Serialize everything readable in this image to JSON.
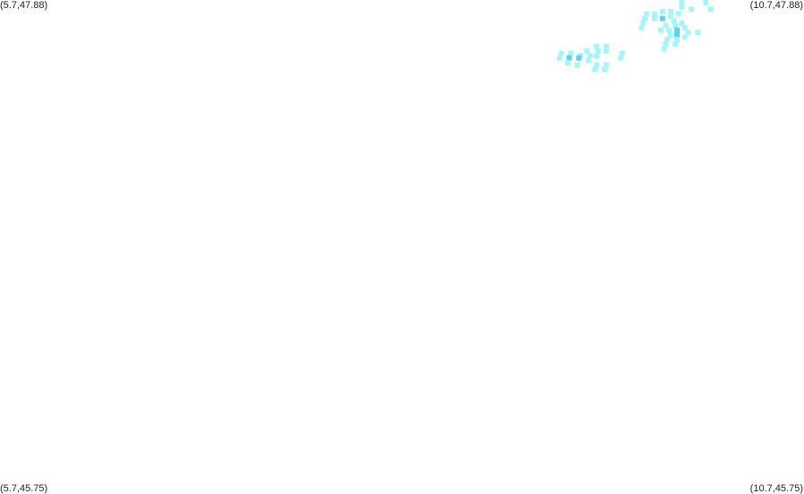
{
  "map": {
    "corner_labels": {
      "top_left": "(5.7,47.88)",
      "top_right": "(10.7,47.88)",
      "bottom_left": "(5.7,45.75)",
      "bottom_right": "(10.7,45.75)"
    },
    "bounds": {
      "lon_min": 5.7,
      "lon_max": 10.7,
      "lat_min": 45.75,
      "lat_max": 47.88
    },
    "colors": {
      "background": "#ffffff",
      "light": "#a8f4fb",
      "medium": "#5fd3ee"
    },
    "points": [
      {
        "lon": 9.94,
        "lat": 47.88,
        "level": "light"
      },
      {
        "lon": 10.09,
        "lat": 47.87,
        "level": "light"
      },
      {
        "lon": 9.94,
        "lat": 47.85,
        "level": "light"
      },
      {
        "lon": 10.0,
        "lat": 47.84,
        "level": "light"
      },
      {
        "lon": 10.12,
        "lat": 47.84,
        "level": "light"
      },
      {
        "lon": 9.82,
        "lat": 47.83,
        "level": "light"
      },
      {
        "lon": 9.87,
        "lat": 47.83,
        "level": "light"
      },
      {
        "lon": 9.92,
        "lat": 47.82,
        "level": "light"
      },
      {
        "lon": 9.72,
        "lat": 47.82,
        "level": "light"
      },
      {
        "lon": 9.77,
        "lat": 47.82,
        "level": "light"
      },
      {
        "lon": 9.87,
        "lat": 47.81,
        "level": "light"
      },
      {
        "lon": 9.71,
        "lat": 47.8,
        "level": "light"
      },
      {
        "lon": 9.77,
        "lat": 47.8,
        "level": "light"
      },
      {
        "lon": 9.82,
        "lat": 47.8,
        "level": "medium"
      },
      {
        "lon": 9.89,
        "lat": 47.79,
        "level": "light"
      },
      {
        "lon": 9.94,
        "lat": 47.78,
        "level": "light"
      },
      {
        "lon": 9.7,
        "lat": 47.78,
        "level": "light"
      },
      {
        "lon": 9.84,
        "lat": 47.77,
        "level": "light"
      },
      {
        "lon": 9.9,
        "lat": 47.77,
        "level": "light"
      },
      {
        "lon": 9.96,
        "lat": 47.76,
        "level": "light"
      },
      {
        "lon": 9.69,
        "lat": 47.76,
        "level": "light"
      },
      {
        "lon": 9.81,
        "lat": 47.75,
        "level": "light"
      },
      {
        "lon": 9.86,
        "lat": 47.75,
        "level": "light"
      },
      {
        "lon": 9.91,
        "lat": 47.75,
        "level": "medium"
      },
      {
        "lon": 9.98,
        "lat": 47.74,
        "level": "light"
      },
      {
        "lon": 10.04,
        "lat": 47.74,
        "level": "light"
      },
      {
        "lon": 9.87,
        "lat": 47.73,
        "level": "light"
      },
      {
        "lon": 9.91,
        "lat": 47.73,
        "level": "medium"
      },
      {
        "lon": 9.96,
        "lat": 47.72,
        "level": "light"
      },
      {
        "lon": 9.85,
        "lat": 47.71,
        "level": "light"
      },
      {
        "lon": 9.91,
        "lat": 47.71,
        "level": "light"
      },
      {
        "lon": 9.84,
        "lat": 47.69,
        "level": "light"
      },
      {
        "lon": 9.9,
        "lat": 47.69,
        "level": "light"
      },
      {
        "lon": 9.83,
        "lat": 47.67,
        "level": "light"
      },
      {
        "lon": 9.41,
        "lat": 47.68,
        "level": "light"
      },
      {
        "lon": 9.47,
        "lat": 47.68,
        "level": "light"
      },
      {
        "lon": 9.35,
        "lat": 47.66,
        "level": "light"
      },
      {
        "lon": 9.42,
        "lat": 47.66,
        "level": "light"
      },
      {
        "lon": 9.47,
        "lat": 47.66,
        "level": "light"
      },
      {
        "lon": 9.19,
        "lat": 47.65,
        "level": "light"
      },
      {
        "lon": 9.25,
        "lat": 47.65,
        "level": "light"
      },
      {
        "lon": 9.57,
        "lat": 47.65,
        "level": "light"
      },
      {
        "lon": 9.31,
        "lat": 47.64,
        "level": "light"
      },
      {
        "lon": 9.37,
        "lat": 47.64,
        "level": "light"
      },
      {
        "lon": 9.41,
        "lat": 47.64,
        "level": "light"
      },
      {
        "lon": 9.18,
        "lat": 47.63,
        "level": "light"
      },
      {
        "lon": 9.56,
        "lat": 47.63,
        "level": "light"
      },
      {
        "lon": 9.24,
        "lat": 47.63,
        "level": "medium"
      },
      {
        "lon": 9.3,
        "lat": 47.63,
        "level": "medium"
      },
      {
        "lon": 9.36,
        "lat": 47.62,
        "level": "light"
      },
      {
        "lon": 9.23,
        "lat": 47.61,
        "level": "light"
      },
      {
        "lon": 9.29,
        "lat": 47.6,
        "level": "light"
      },
      {
        "lon": 9.41,
        "lat": 47.6,
        "level": "light"
      },
      {
        "lon": 9.47,
        "lat": 47.6,
        "level": "light"
      },
      {
        "lon": 9.4,
        "lat": 47.58,
        "level": "light"
      },
      {
        "lon": 9.46,
        "lat": 47.58,
        "level": "light"
      }
    ]
  }
}
